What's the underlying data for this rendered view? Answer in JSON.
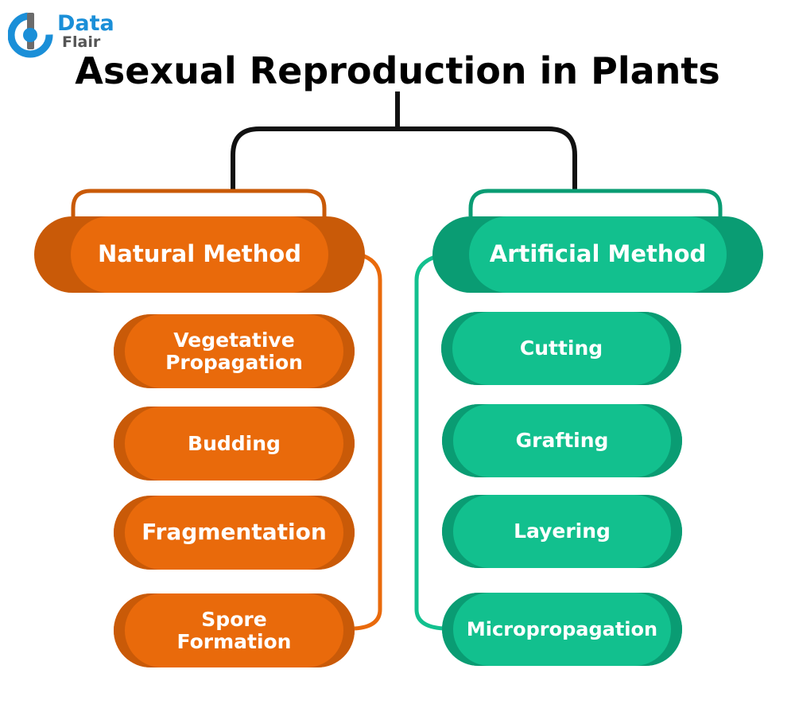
{
  "logo": {
    "line1": "Data",
    "line2": "Flair"
  },
  "title": "Asexual Reproduction in Plants",
  "branches": {
    "natural": {
      "label": "Natural Method",
      "items": [
        "Vegetative\nPropagation",
        "Budding",
        "Fragmentation",
        "Spore\nFormation"
      ]
    },
    "artificial": {
      "label": "Artificial Method",
      "items": [
        "Cutting",
        "Grafting",
        "Layering",
        "Micropropagation"
      ]
    }
  },
  "colors": {
    "orange": "#e96a0b",
    "orange_dark": "#c95a08",
    "green": "#12c08e",
    "green_dark": "#0a9c73",
    "title": "#000000",
    "logo_blue": "#1a8fd8",
    "logo_gray": "#555555"
  }
}
